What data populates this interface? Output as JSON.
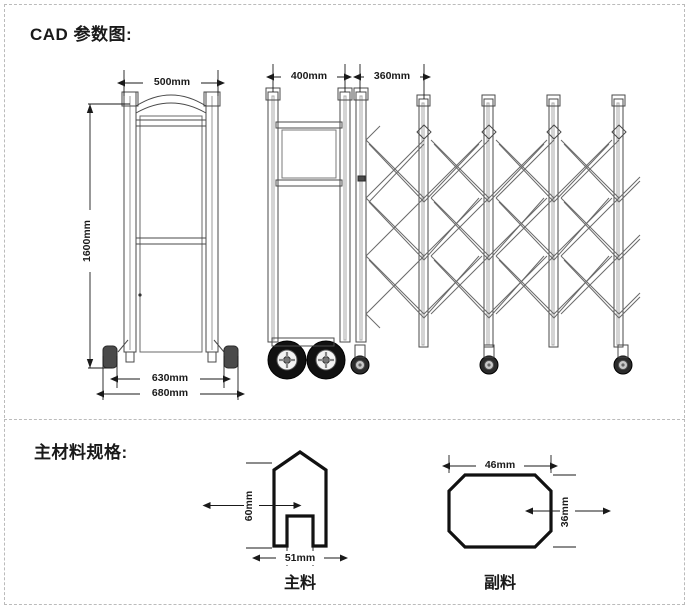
{
  "sections": {
    "cad": {
      "heading": "CAD 参数图:",
      "dimensions": {
        "gate_post_width": "500mm",
        "gate_post_height": "1600mm",
        "base_inner_width": "630mm",
        "base_outer_width": "680mm",
        "panel_width_1": "400mm",
        "panel_width_2": "360mm"
      }
    },
    "material": {
      "heading": "主材料规格:",
      "profiles": [
        {
          "name": "主料",
          "height": "60mm",
          "width": "51mm",
          "shape": "pentagon-channel-profile"
        },
        {
          "name": "副料",
          "width": "46mm",
          "height": "36mm",
          "shape": "octagon-tube-profile"
        }
      ]
    }
  },
  "colors": {
    "line": "#3a3a3a",
    "light_line": "#8a8a8a",
    "border_dash": "#bbbbbb",
    "text": "#1a1a1a",
    "background": "#ffffff",
    "profile_stroke": "#111111"
  }
}
